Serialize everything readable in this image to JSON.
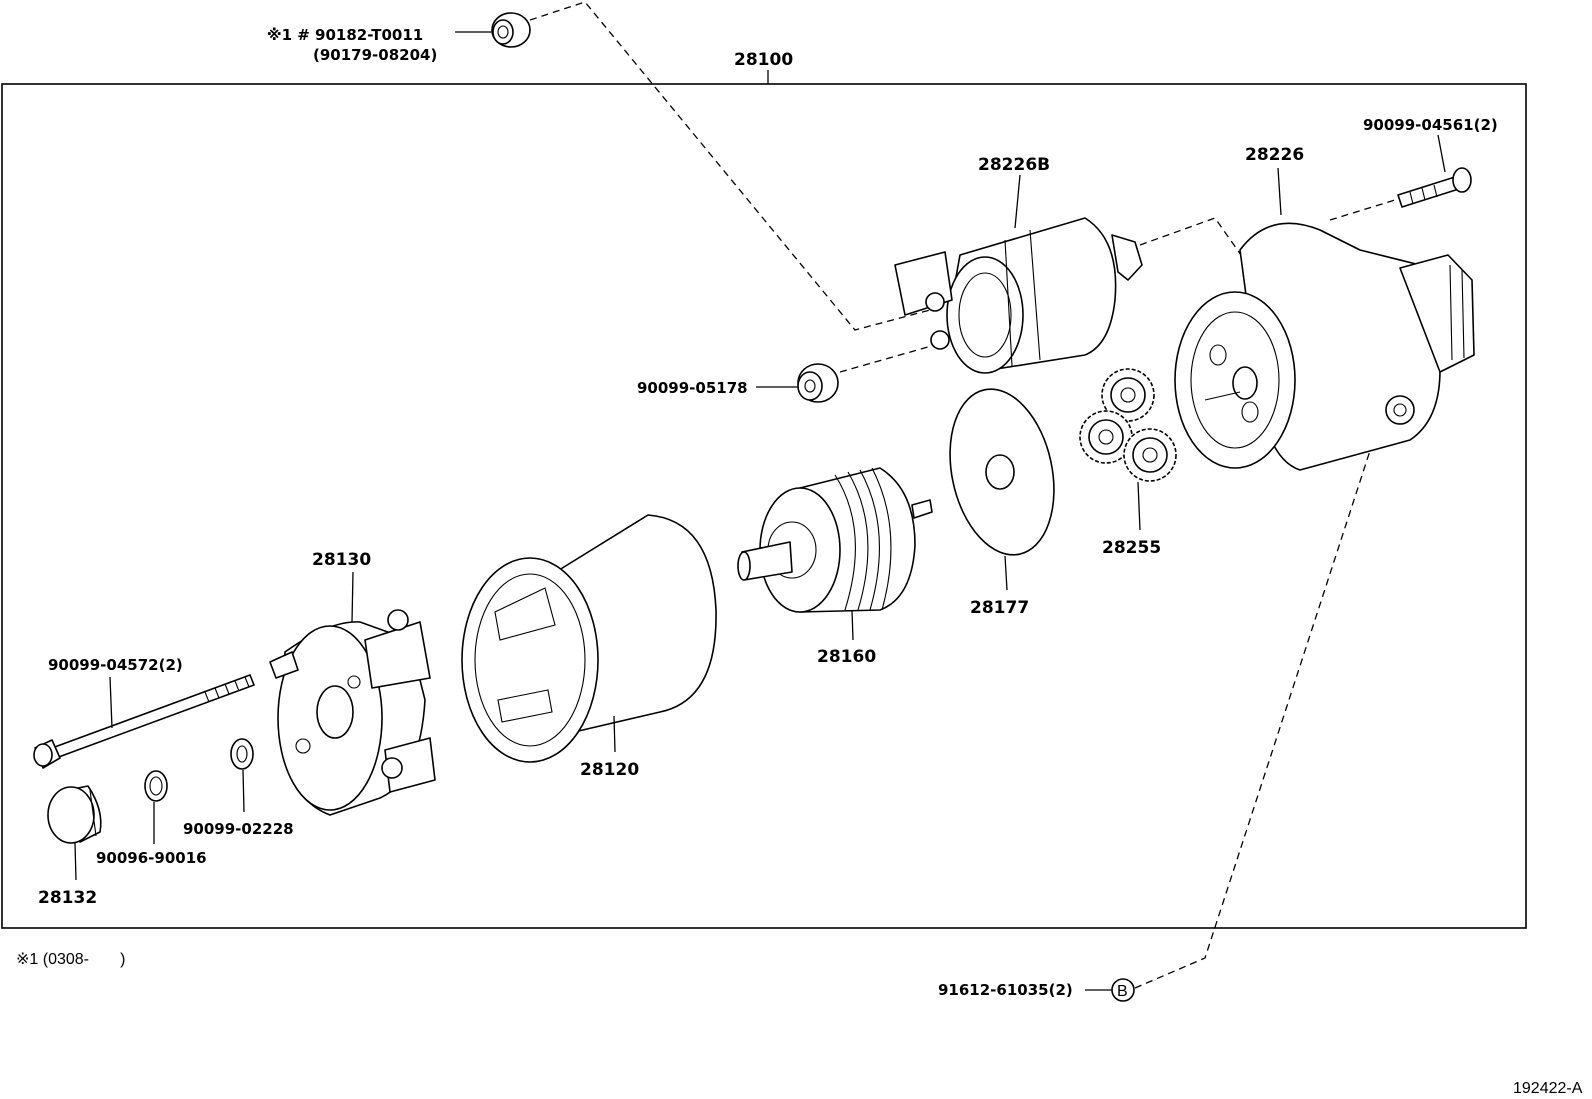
{
  "diagram": {
    "assembly_label": "28100",
    "footnote": "※1 (0308-       )",
    "figure_id": "192422-A",
    "parts": {
      "bolt_top_right": "90099-04561(2)",
      "field_frame_end": "28226",
      "solenoid": "28226B",
      "nut_top": "※1 # 90182-T0011",
      "nut_top_alt": "(90179-08204)",
      "nut_solenoid": "90099-05178",
      "gears": "28255",
      "plate": "28177",
      "armature": "28160",
      "yoke": "28120",
      "end_frame": "28130",
      "through_bolt": "90099-04572(2)",
      "washer": "90099-02228",
      "o_ring": "90096-90016",
      "cap": "28132",
      "bolt_bottom": "91612-61035(2)",
      "bolt_bottom_marker": "B"
    }
  }
}
